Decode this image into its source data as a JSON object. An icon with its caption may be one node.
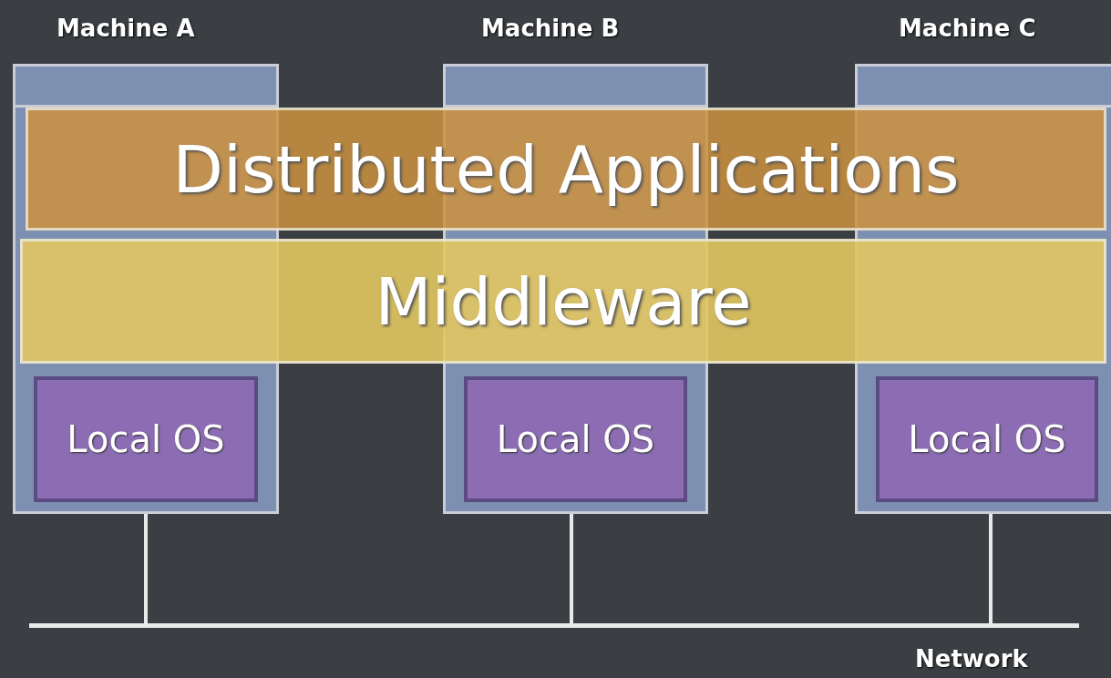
{
  "diagram": {
    "nodes": [
      {
        "text": [
          "Machine A"
        ]
      },
      {
        "text": [
          "Local OS"
        ],
        "in": 0
      },
      {
        "text": [
          "Machine B"
        ]
      },
      {
        "text": [
          "Local OS"
        ],
        "in": 2
      },
      {
        "text": [
          "Machine C"
        ]
      },
      {
        "text": [
          "Local OS"
        ],
        "in": 4
      },
      {
        "text": [
          "Distributed Applications"
        ]
      },
      {
        "text": [
          "Middleware"
        ]
      },
      {
        "text": [],
        "shape": "bar",
        "beside": [
          "Network"
        ]
      }
    ],
    "edges": [
      {
        "from": 0,
        "to": 8,
        "arrow": "none"
      },
      {
        "from": 2,
        "to": 8,
        "arrow": "none"
      },
      {
        "from": 4,
        "to": 8,
        "arrow": "none"
      }
    ]
  }
}
